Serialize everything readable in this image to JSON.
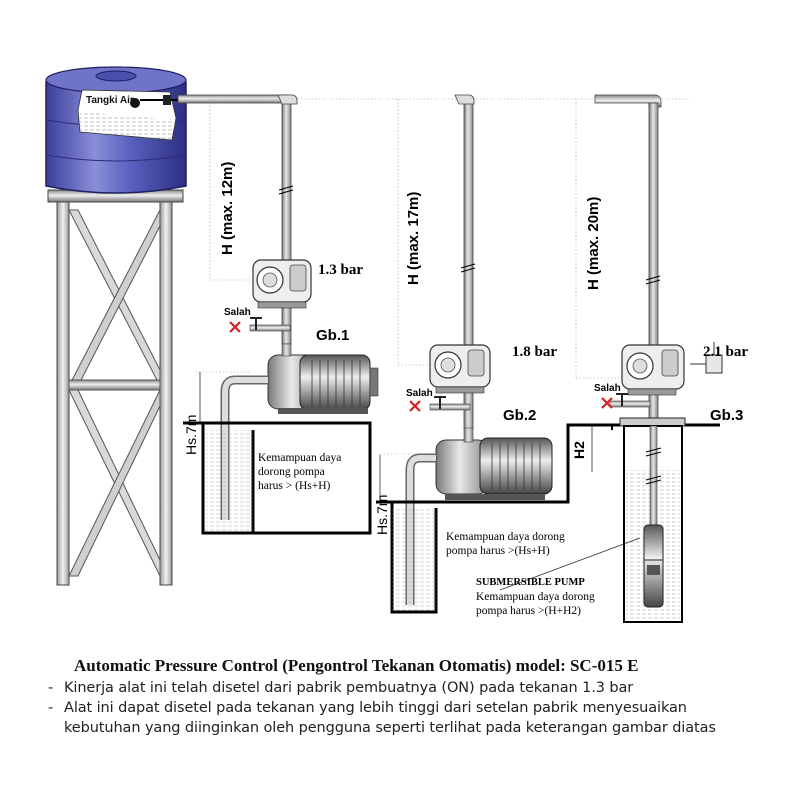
{
  "tank": {
    "label": "Tangki Air"
  },
  "gb1": {
    "label": "Gb.1",
    "pressure": "1.3 bar",
    "height": "H (max. 12m)",
    "suction": "Hs.7m",
    "wrong_label": "Salah",
    "note_lines": [
      "Kemampuan daya",
      "dorong pompa",
      "harus > (Hs+H)"
    ]
  },
  "gb2": {
    "label": "Gb.2",
    "pressure": "1.8 bar",
    "height": "H (max. 17m)",
    "suction": "Hs.7m",
    "wrong_label": "Salah",
    "note_lines": [
      "Kemampuan daya dorong",
      "pompa harus >(Hs+H)"
    ]
  },
  "gb3": {
    "label": "Gb.3",
    "pressure": "2.1 bar",
    "height": "H (max. 20m)",
    "h2": "H2",
    "wrong_label": "Salah",
    "pump_type": "SUBMERSIBLE PUMP",
    "note_lines": [
      "Kemampuan daya dorong",
      "pompa harus >(H+H2)"
    ]
  },
  "caption": {
    "title": "Automatic Pressure Control (Pengontrol Tekanan Otomatis) model: SC-015 E",
    "lines": [
      "Kinerja alat ini telah disetel dari pabrik pembuatnya (ON) pada tekanan 1.3 bar",
      "Alat ini dapat disetel pada tekanan yang lebih tinggi dari setelan pabrik menyesuaikan",
      "kebutuhan yang diinginkan oleh pengguna seperti terlihat pada keterangan gambar diatas"
    ]
  }
}
